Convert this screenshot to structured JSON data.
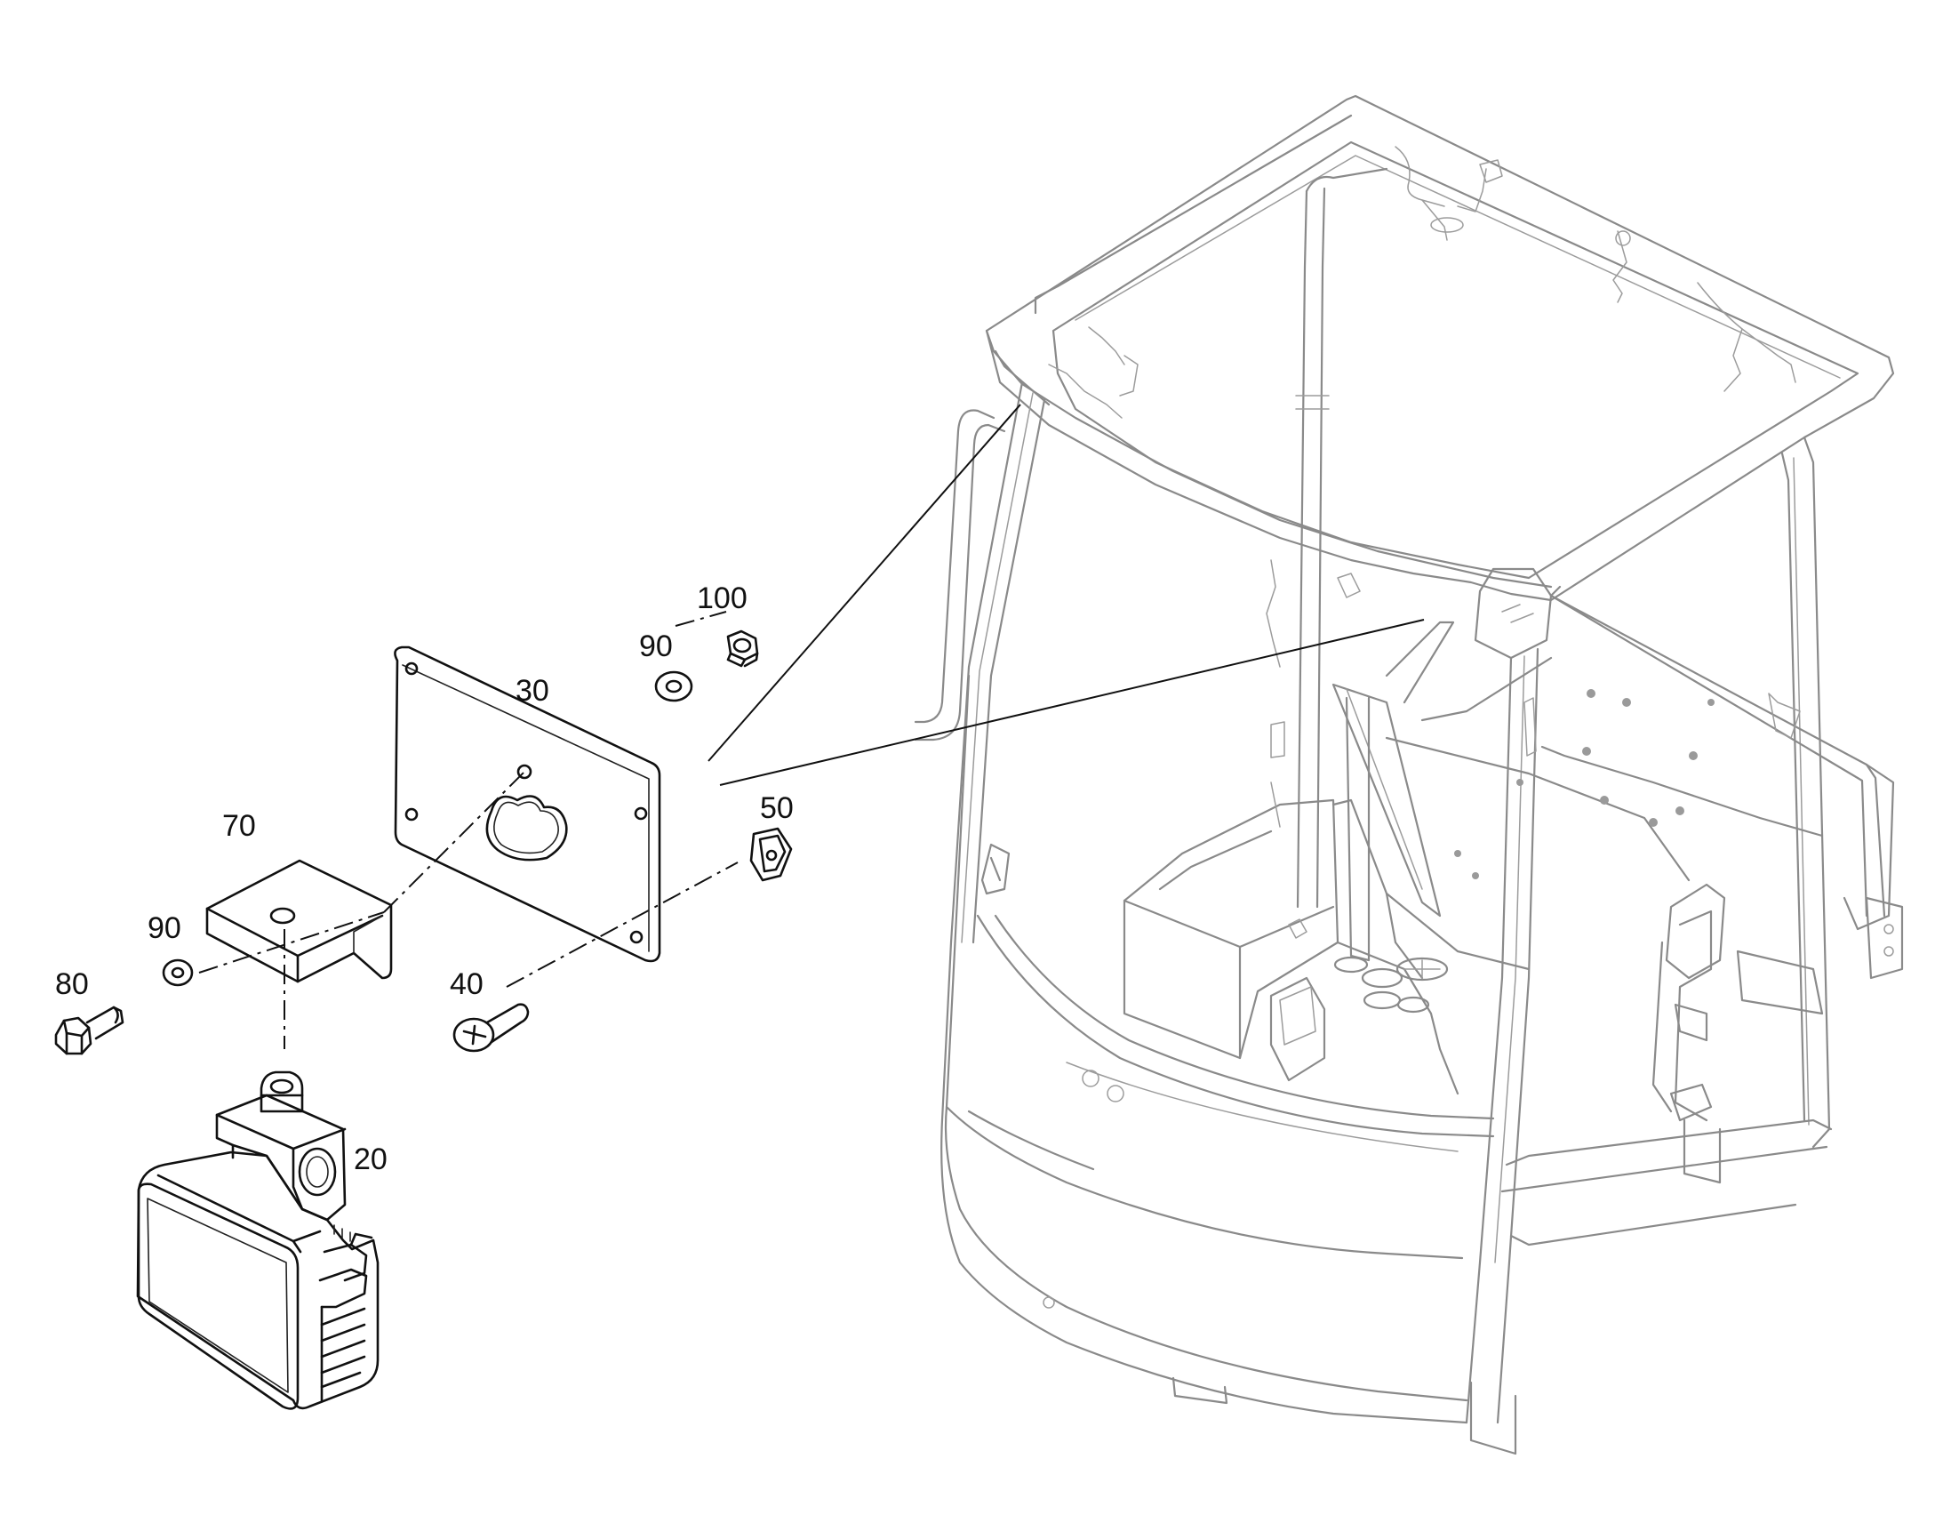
{
  "diagram": {
    "callouts": {
      "p100": "100",
      "p90_upper": "90",
      "p30": "30",
      "p70": "70",
      "p50": "50",
      "p90_lower": "90",
      "p80": "80",
      "p40": "40",
      "p20": "20"
    }
  }
}
